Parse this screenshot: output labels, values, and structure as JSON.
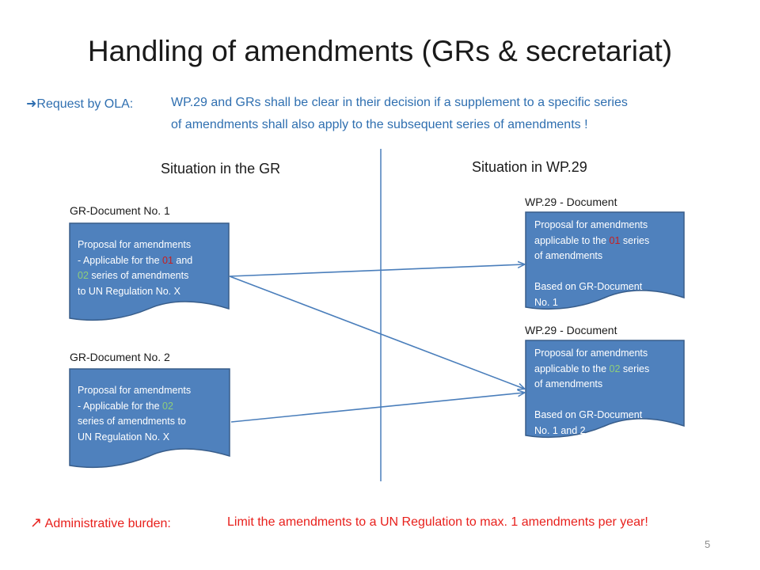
{
  "title": "Handling of amendments (GRs & secretariat)",
  "request": {
    "label": "Request  by OLA:",
    "text_line1": "WP.29 and GRs shall be clear in their decision if a supplement to a specific series",
    "text_line2": "of amendments shall also apply to the subsequent series of amendments !"
  },
  "situation_gr": "Situation in the GR",
  "situation_wp": "Situation in WP.29",
  "gr_doc1": {
    "label": "GR-Document  No. 1",
    "l1": "Proposal for amendments",
    "l2a": "- Applicable for the ",
    "l2b": "01",
    "l2c": " and",
    "l3a": "02",
    "l3b": " series of amendments",
    "l4": "to UN Regulation No. X"
  },
  "gr_doc2": {
    "label": "GR-Document  No. 2",
    "l1": "Proposal for amendments",
    "l2a": "- Applicable for the ",
    "l2b": "02",
    "l3": "series of amendments to",
    "l4": "UN Regulation No. X"
  },
  "wp_doc1": {
    "label": "WP.29 - Document",
    "l1": "Proposal for amendments",
    "l2a": "applicable to the ",
    "l2b": "01",
    "l2c": " series",
    "l3": "of amendments",
    "l4": "Based on GR-Document",
    "l5": "No. 1"
  },
  "wp_doc2": {
    "label": "WP.29 - Document",
    "l1": "Proposal for amendments",
    "l2a": "applicable to the ",
    "l2b": "02",
    "l2c": " series",
    "l3": "of amendments",
    "l4": "Based on GR-Document",
    "l5": "No. 1 and 2"
  },
  "burden": {
    "label": "Administrative burden:",
    "text": "Limit the amendments to a UN Regulation to max. 1 amendments per year!"
  },
  "page_number": "5",
  "colors": {
    "doc_fill": "#4f81bd",
    "doc_stroke": "#385d8a",
    "accent_blue": "#2f6fb0",
    "accent_red": "#e8201c",
    "connector": "#4a7ebb"
  }
}
